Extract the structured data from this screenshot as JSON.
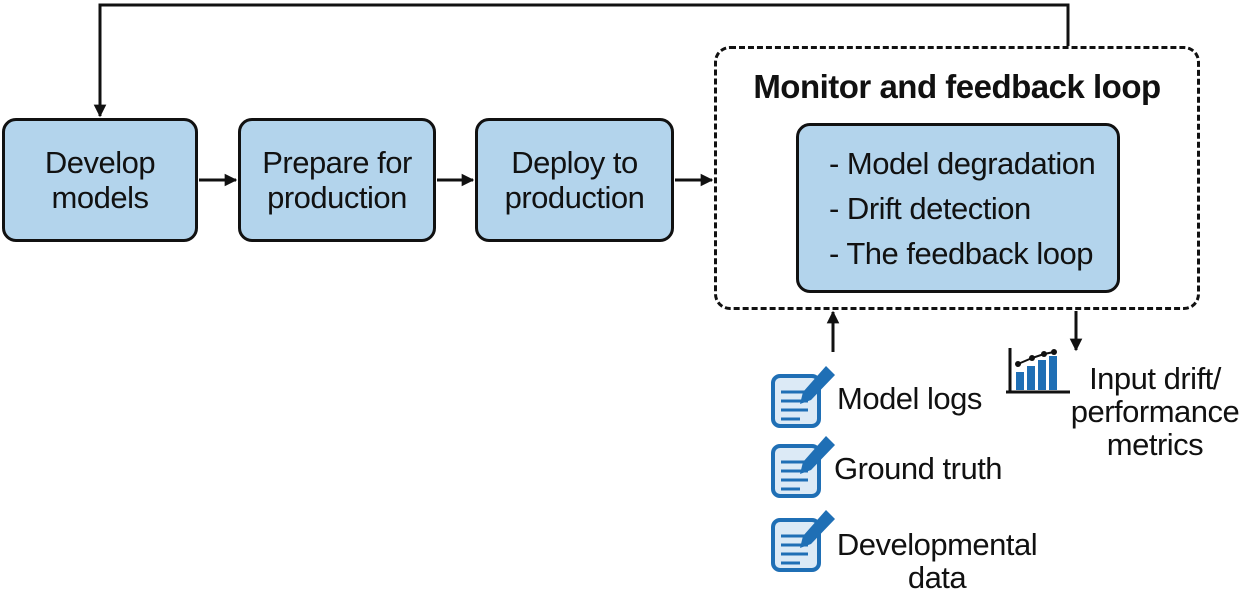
{
  "diagram": {
    "stages": [
      {
        "line1": "Develop",
        "line2": "models"
      },
      {
        "line1": "Prepare for",
        "line2": "production"
      },
      {
        "line1": "Deploy to",
        "line2": "production"
      }
    ],
    "monitor": {
      "title": "Monitor and feedback loop",
      "items": [
        "- Model degradation",
        "- Drift detection",
        "- The feedback loop"
      ]
    },
    "inputs": {
      "model_logs": "Model logs",
      "ground_truth": "Ground truth",
      "developmental_data_line1": "Developmental",
      "developmental_data_line2": "data"
    },
    "output": {
      "line1": "Input drift/",
      "line2": "performance",
      "line3": "metrics"
    },
    "colors": {
      "box_fill": "#b3d4ec",
      "icon_blue": "#1f6fb5",
      "icon_light": "#dceaf6",
      "stroke": "#111111"
    }
  }
}
